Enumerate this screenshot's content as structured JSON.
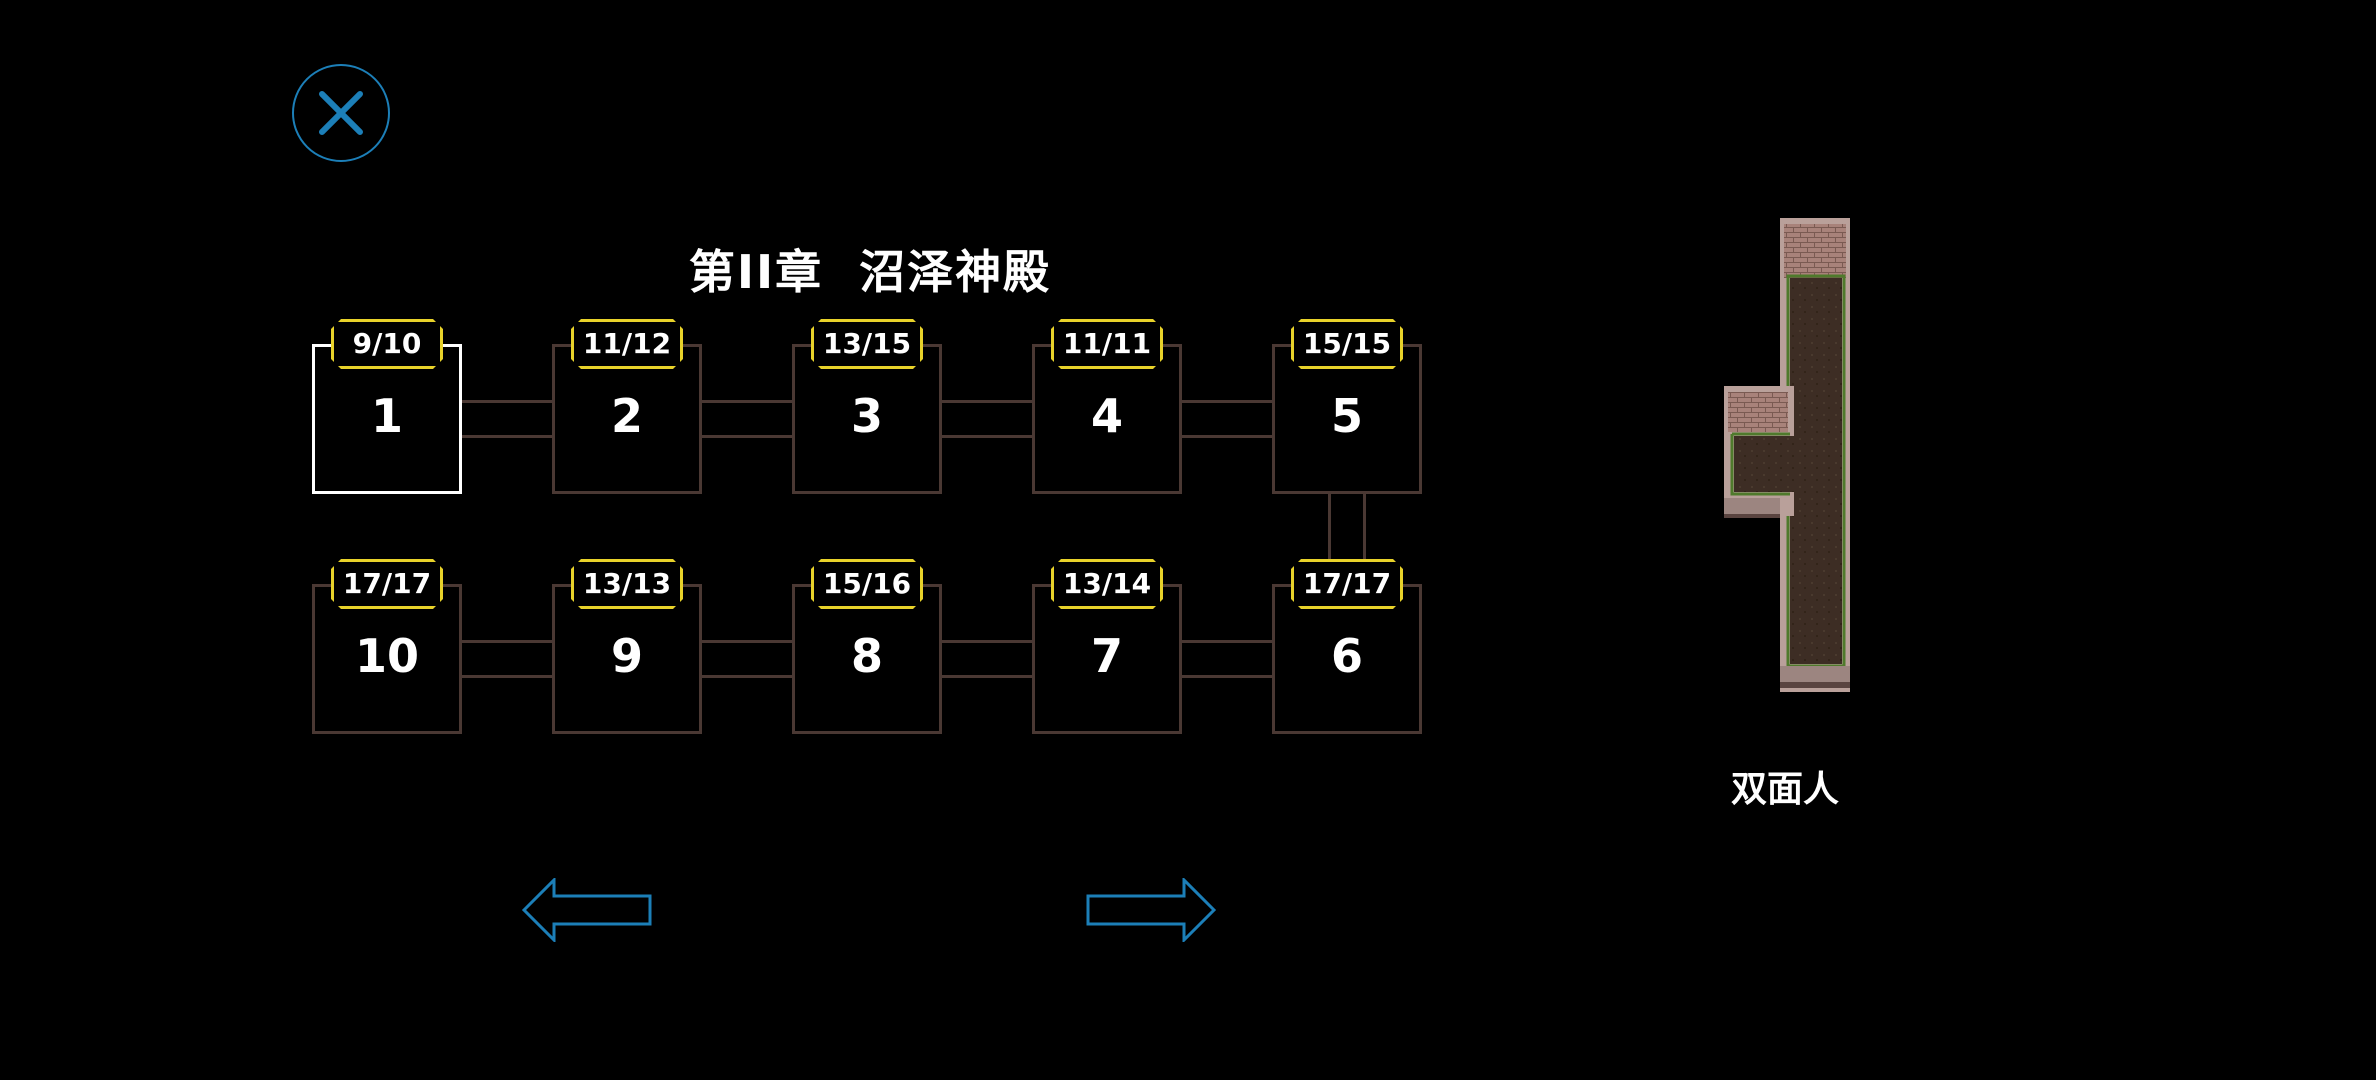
{
  "chapter": {
    "title": "第II章  沼泽神殿"
  },
  "levels": [
    {
      "number": "1",
      "progress": "9/10",
      "selected": true
    },
    {
      "number": "2",
      "progress": "11/12",
      "selected": false
    },
    {
      "number": "3",
      "progress": "13/15",
      "selected": false
    },
    {
      "number": "4",
      "progress": "11/11",
      "selected": false
    },
    {
      "number": "5",
      "progress": "15/15",
      "selected": false
    },
    {
      "number": "6",
      "progress": "17/17",
      "selected": false
    },
    {
      "number": "7",
      "progress": "13/14",
      "selected": false
    },
    {
      "number": "8",
      "progress": "15/16",
      "selected": false
    },
    {
      "number": "9",
      "progress": "13/13",
      "selected": false
    },
    {
      "number": "10",
      "progress": "17/17",
      "selected": false
    }
  ],
  "boss": {
    "name": "双面人"
  },
  "icons": {
    "close": "close-icon",
    "prev": "arrow-left-icon",
    "next": "arrow-right-icon"
  },
  "colors": {
    "accent_blue": "#1c7fb8",
    "badge_yellow": "#e8d22a",
    "room_border": "#4a3833",
    "selected_border": "#ffffff",
    "background": "#000000"
  }
}
